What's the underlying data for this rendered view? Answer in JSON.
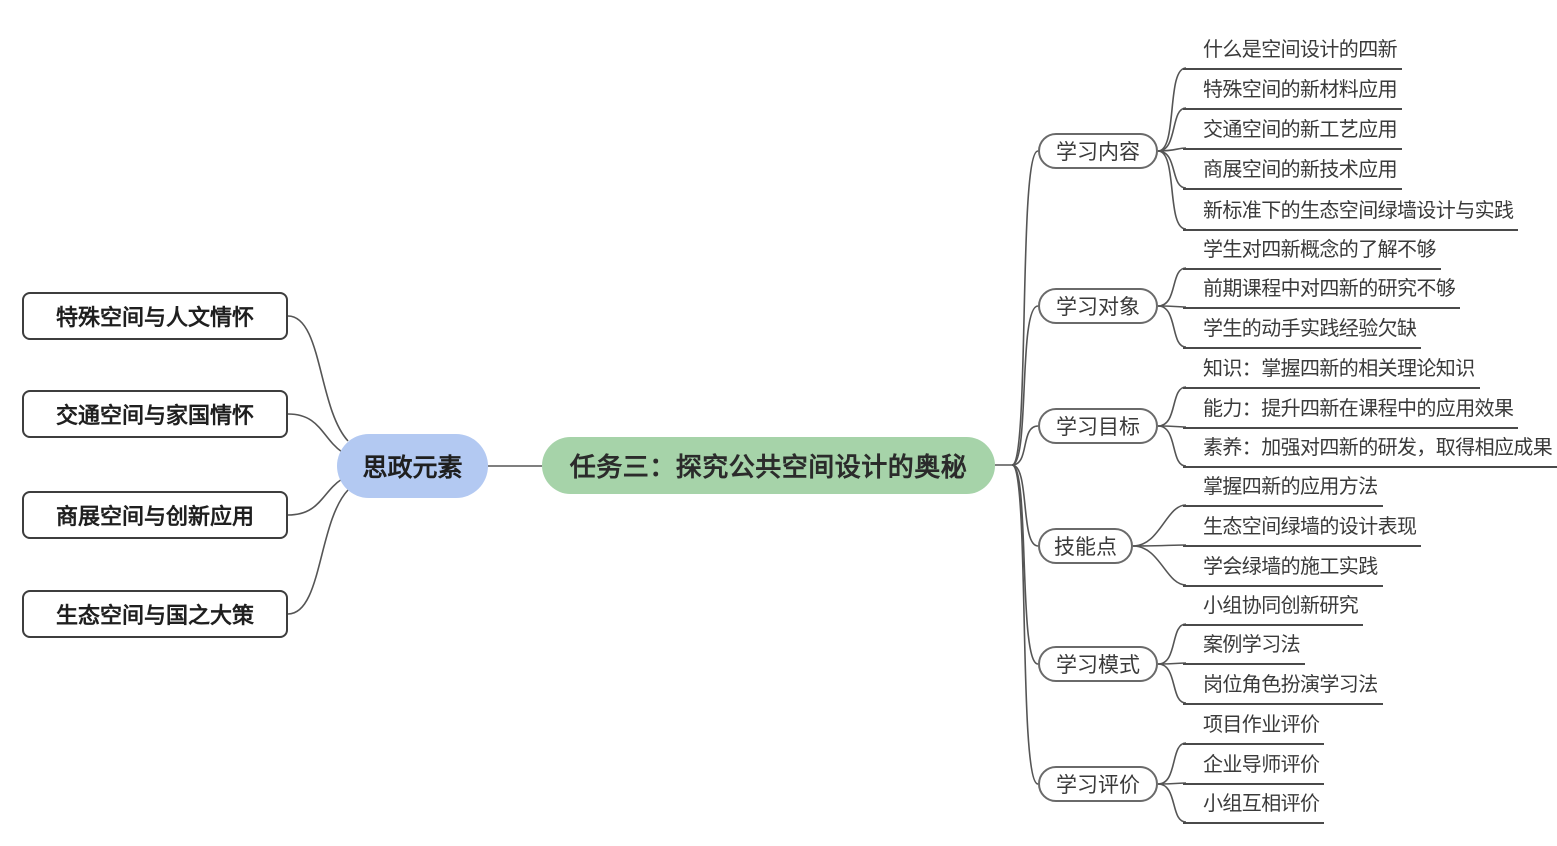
{
  "root": {
    "label": "任务三：探究公共空间设计的奥秘",
    "fill_color": "#a6d3a9"
  },
  "politics": {
    "label": "思政元素",
    "fill_color": "#b3c9f2",
    "items": [
      {
        "label": "特殊空间与人文情怀"
      },
      {
        "label": "交通空间与家国情怀"
      },
      {
        "label": "商展空间与创新应用"
      },
      {
        "label": "生态空间与国之大策"
      }
    ]
  },
  "branches": [
    {
      "label": "学习内容",
      "children": [
        "什么是空间设计的四新",
        "特殊空间的新材料应用",
        "交通空间的新工艺应用",
        "商展空间的新技术应用",
        "新标准下的生态空间绿墙设计与实践"
      ]
    },
    {
      "label": "学习对象",
      "children": [
        "学生对四新概念的了解不够",
        "前期课程中对四新的研究不够",
        "学生的动手实践经验欠缺"
      ]
    },
    {
      "label": "学习目标",
      "children": [
        "知识：掌握四新的相关理论知识",
        "能力：提升四新在课程中的应用效果",
        "素养：加强对四新的研发，取得相应成果"
      ]
    },
    {
      "label": "技能点",
      "children": [
        "掌握四新的应用方法",
        "生态空间绿墙的设计表现",
        "学会绿墙的施工实践"
      ]
    },
    {
      "label": "学习模式",
      "children": [
        "小组协同创新研究",
        "案例学习法",
        "岗位角色扮演学习法"
      ]
    },
    {
      "label": "学习评价",
      "children": [
        "项目作业评价",
        "企业导师评价",
        "小组互相评价"
      ]
    }
  ],
  "line_color": "#555555"
}
